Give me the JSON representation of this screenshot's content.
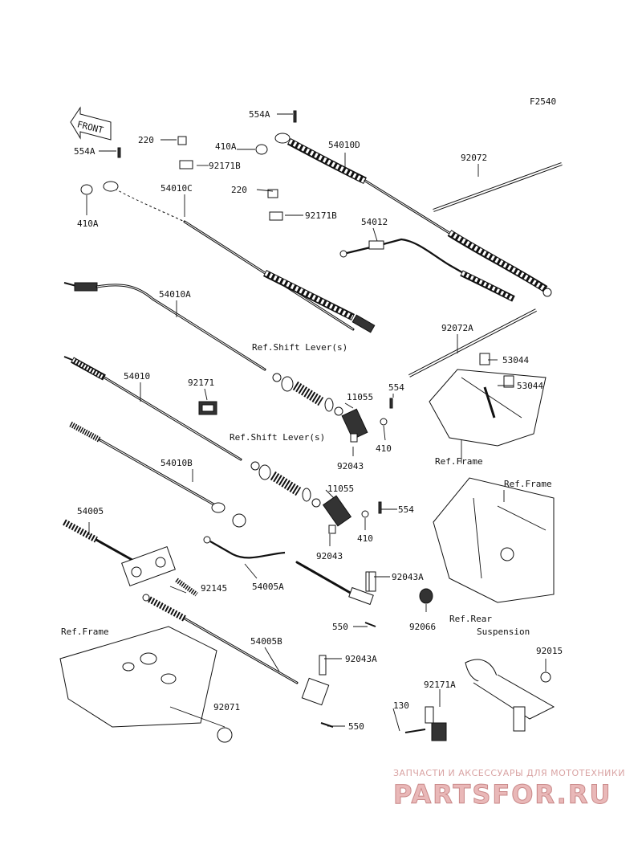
{
  "figure_code": "F2540",
  "front_label": "FRONT",
  "labels": {
    "554A_top": "554A",
    "554A_left": "554A",
    "220_a": "220",
    "220_b": "220",
    "410A_a": "410A",
    "410A_b": "410A",
    "92171B_a": "92171B",
    "92171B_b": "92171B",
    "54010D": "54010D",
    "54010C": "54010C",
    "92072": "92072",
    "54012": "54012",
    "54010A": "54010A",
    "92072A": "92072A",
    "53044_a": "53044",
    "53044_b": "53044",
    "ref_shift_1": "Ref.Shift Lever(s)",
    "ref_shift_2": "Ref.Shift Lever(s)",
    "54010": "54010",
    "92171": "92171",
    "11055_a": "11055",
    "11055_b": "11055",
    "554_a": "554",
    "554_b": "554",
    "410_a": "410",
    "410_b": "410",
    "92043_a": "92043",
    "92043_b": "92043",
    "ref_frame_1": "Ref.Frame",
    "ref_frame_2": "Ref.Frame",
    "ref_frame_3": "Ref.Frame",
    "54010B": "54010B",
    "54005": "54005",
    "54005A": "54005A",
    "92043A_a": "92043A",
    "92043A_b": "92043A",
    "92145": "92145",
    "550_a": "550",
    "550_b": "550",
    "92066": "92066",
    "ref_rear_1": "Ref.Rear",
    "ref_rear_2": "Suspension",
    "54005B": "54005B",
    "92015": "92015",
    "92171A": "92171A",
    "130": "130",
    "92071": "92071"
  },
  "watermark": {
    "tagline": "ЗАПЧАСТИ И АКСЕССУАРЫ ДЛЯ МОТОТЕХНИКИ",
    "brand": "PARTSFOR.RU"
  },
  "colors": {
    "line": "#111111",
    "watermark": "#e9b8b8"
  }
}
